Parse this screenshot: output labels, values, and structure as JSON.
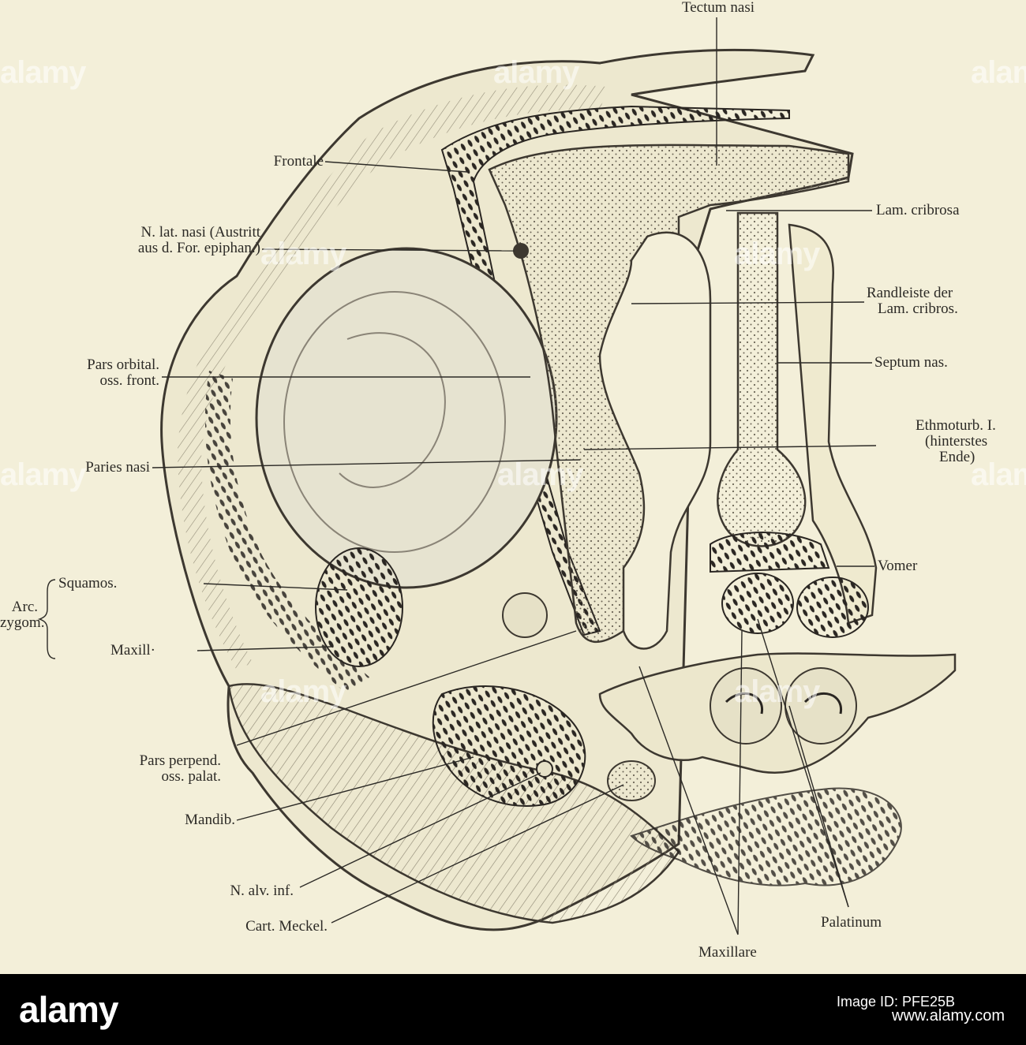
{
  "labels": {
    "tectum_nasi": "Tectum nasi",
    "frontale": "Frontale",
    "n_lat_nasi_1": "N. lat. nasi (Austritt",
    "n_lat_nasi_2": "aus d. For. epiphan.)",
    "lam_cribrosa": "Lam. cribrosa",
    "randleiste_1": "Randleiste der",
    "randleiste_2": "Lam. cribros.",
    "septum_nas": "Septum nas.",
    "pars_orbital_1": "Pars orbital.",
    "pars_orbital_2": "oss. front.",
    "ethmoturb_1": "Ethmoturb. I.",
    "ethmoturb_2": "(hinterstes",
    "ethmoturb_3": "Ende)",
    "paries_nasi": "Paries nasi",
    "vomer": "Vomer",
    "arc_1": "Arc.",
    "arc_2": "zygom.",
    "squamos": "Squamos.",
    "maxill": "Maxill·",
    "pars_perpend_1": "Pars perpend.",
    "pars_perpend_2": "oss. palat.",
    "mandib": "Mandib.",
    "n_alv_inf": "N. alv. inf.",
    "cart_meckel": "Cart. Meckel.",
    "palatinum": "Palatinum",
    "maxillare": "Maxillare"
  },
  "watermark_text": "alamy",
  "footer": {
    "logo": "alamy",
    "id_caption": "Image ID: PFE25B",
    "url": "www.alamy.com"
  },
  "colors": {
    "paper": "#f3efd9",
    "ink": "#2c2a26",
    "footer_bg": "#000000"
  }
}
